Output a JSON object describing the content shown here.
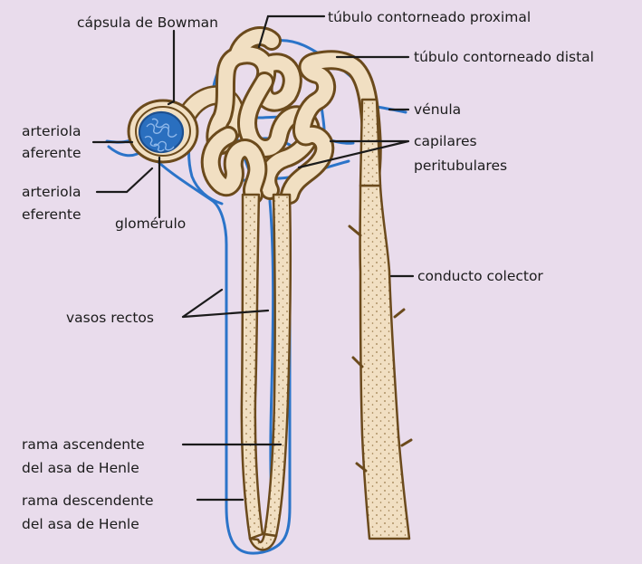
{
  "colors": {
    "background": "#e9dcec",
    "tubule_fill": "#f1dfc2",
    "tubule_outline": "#6b4a1c",
    "vessel": "#2b74c9",
    "glomerulus": "#2a6fbf",
    "leader": "#1b1b1b"
  },
  "labels": {
    "capsula": "cápsula de Bowman",
    "proximal": "túbulo contorneado proximal",
    "distal": "túbulo contorneado distal",
    "venula": "vénula",
    "aferente_1": "arteriola",
    "aferente_2": "aferente",
    "capilares_1": "capilares",
    "capilares_2": "peritubulares",
    "eferente_1": "arteriola",
    "eferente_2": "eferente",
    "glomerulo": "glomérulo",
    "colector": "conducto colector",
    "vasos": "vasos rectos",
    "ascendente_1": "rama ascendente",
    "ascendente_2": "del asa de Henle",
    "descendente_1": "rama descendente",
    "descendente_2": "del asa de Henle"
  }
}
